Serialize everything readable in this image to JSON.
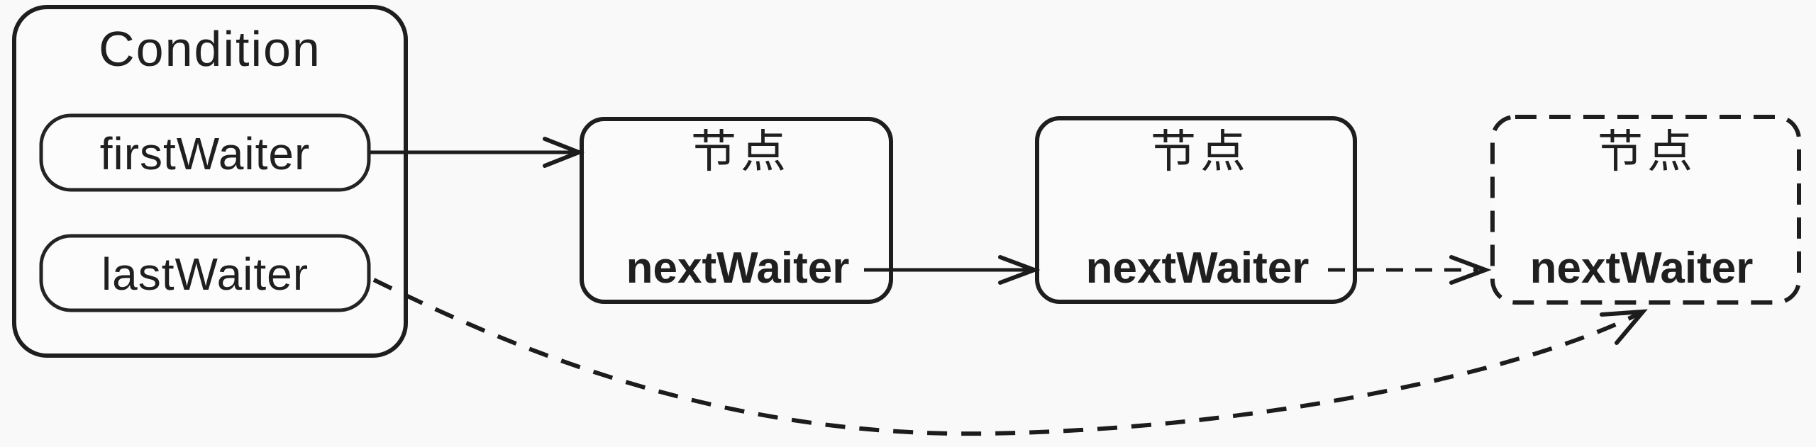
{
  "colors": {
    "background": "#f9f9f9",
    "ink": "#1e1e1e",
    "box_fill": "#fbfbfb"
  },
  "condition": {
    "title": "Condition",
    "fields": [
      {
        "label": "firstWaiter"
      },
      {
        "label": "lastWaiter"
      }
    ]
  },
  "nodes": [
    {
      "title": "节点",
      "field": "nextWaiter",
      "border": "solid"
    },
    {
      "title": "节点",
      "field": "nextWaiter",
      "border": "solid"
    },
    {
      "title": "节点",
      "field": "nextWaiter",
      "border": "dashed"
    }
  ],
  "edges": [
    {
      "from": "firstWaiter",
      "to": "node-1",
      "style": "solid-arrow"
    },
    {
      "from": "node-1 nextWaiter",
      "to": "node-2",
      "style": "solid-arrow"
    },
    {
      "from": "node-2 nextWaiter",
      "to": "node-3",
      "style": "dashed-arrow"
    },
    {
      "from": "lastWaiter",
      "to": "node-3 bottom",
      "style": "dashed-curved-arrow"
    }
  ]
}
